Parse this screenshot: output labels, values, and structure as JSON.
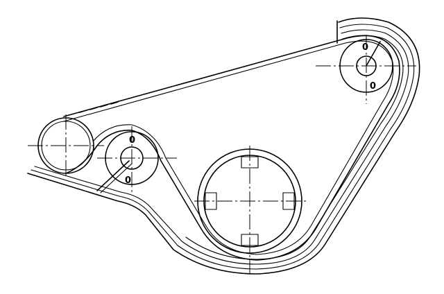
{
  "diagram": {
    "pulleys": [
      {
        "id": "left-idler",
        "label": ""
      },
      {
        "id": "tensioner",
        "label_top": "0",
        "label_bottom": "0"
      },
      {
        "id": "crank",
        "label": ""
      },
      {
        "id": "top-right",
        "label_top": "0",
        "label_bottom": "0"
      }
    ],
    "colors": {
      "ink": "#000000",
      "background": "#ffffff"
    }
  }
}
